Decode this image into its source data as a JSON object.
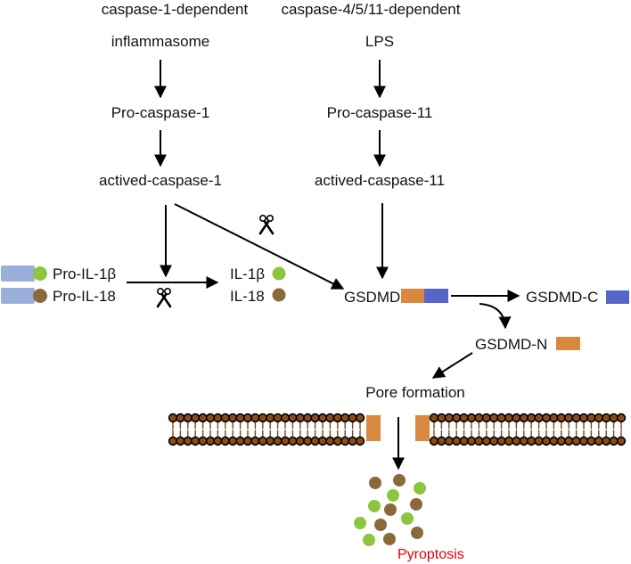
{
  "headers": {
    "left": "caspase-1-dependent",
    "right": "caspase-4/5/11-dependent"
  },
  "left_pathway": {
    "trigger": "inflammasome",
    "pro": "Pro-caspase-1",
    "active": "actived-caspase-1"
  },
  "right_pathway": {
    "trigger": "LPS",
    "pro": "Pro-caspase-11",
    "active": "actived-caspase-11"
  },
  "precursors": {
    "il1b": "Pro-IL-1β",
    "il18": "Pro-IL-18"
  },
  "mature": {
    "il1b": "IL-1β",
    "il18": "IL-18"
  },
  "gsdmd": {
    "full": "GSDMD",
    "c_terminal": "GSDMD-C",
    "n_terminal": "GSDMD-N"
  },
  "pore": "Pore formation",
  "outcome": "Pyroptosis",
  "icons": {
    "cleavage": "scissors-icon"
  },
  "colors": {
    "green": "#8cc63f",
    "brown": "#8b6a3a",
    "lavender": "#9aaedc",
    "blue": "#5565c8",
    "orange": "#d9893f",
    "membrane": "#8a4a1c",
    "red": "#e00000"
  }
}
